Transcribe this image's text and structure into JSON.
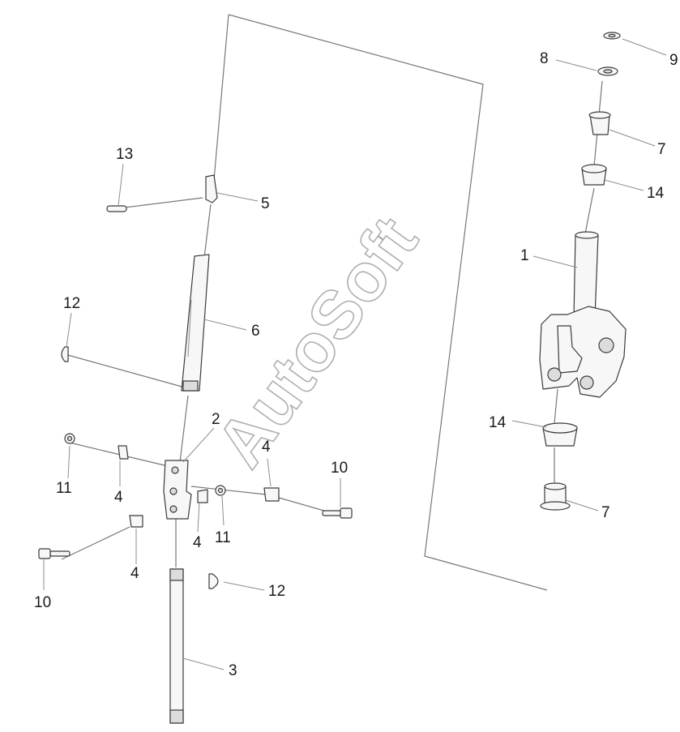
{
  "watermark": "AutoSoft",
  "callouts": {
    "c1": "1",
    "c2": "2",
    "c3": "3",
    "c4a": "4",
    "c4b": "4",
    "c4c": "4",
    "c4d": "4",
    "c5": "5",
    "c6": "6",
    "c7a": "7",
    "c7b": "7",
    "c8": "8",
    "c9": "9",
    "c10a": "10",
    "c10b": "10",
    "c11a": "11",
    "c11b": "11",
    "c12a": "12",
    "c12b": "12",
    "c13": "13",
    "c14a": "14",
    "c14b": "14"
  }
}
